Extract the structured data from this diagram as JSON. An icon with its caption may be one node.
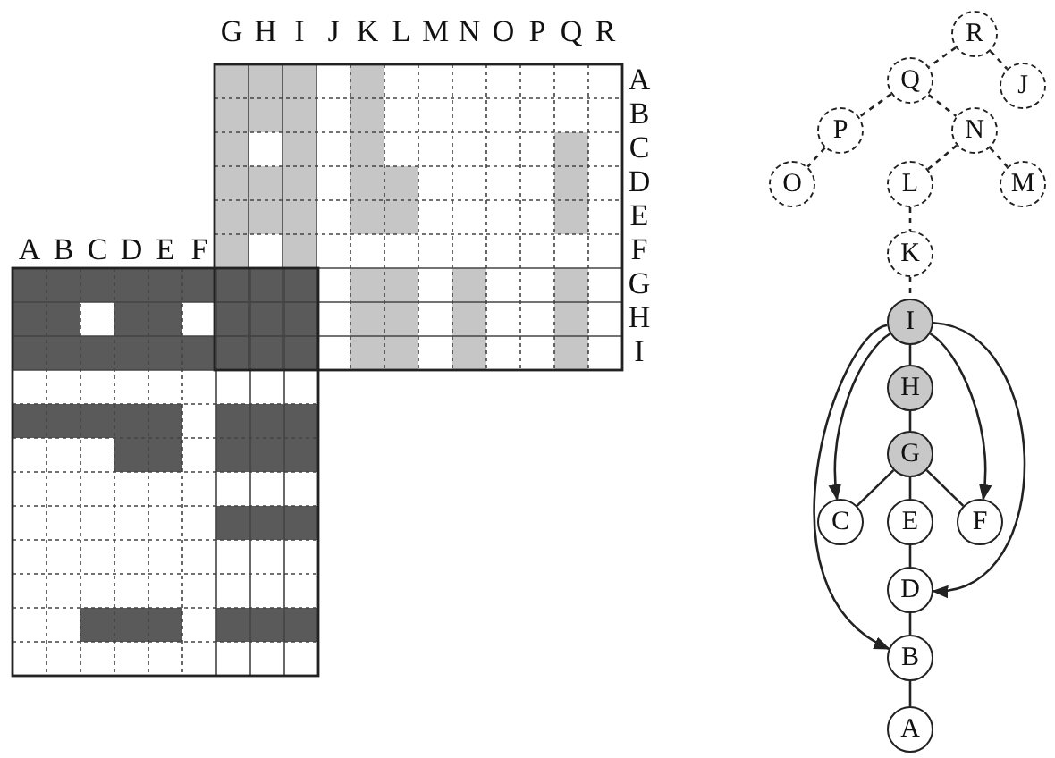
{
  "diagram": {
    "nodes": [
      {
        "text": [
          "R"
        ]
      },
      {
        "text": [
          "Q"
        ]
      },
      {
        "text": [
          "J"
        ]
      },
      {
        "text": [
          "P"
        ]
      },
      {
        "text": [
          "N"
        ]
      },
      {
        "text": [
          "O"
        ]
      },
      {
        "text": [
          "L"
        ]
      },
      {
        "text": [
          "M"
        ]
      },
      {
        "text": [
          "K"
        ]
      },
      {
        "text": [
          "I"
        ]
      },
      {
        "text": [
          "H"
        ]
      },
      {
        "text": [
          "G"
        ]
      },
      {
        "text": [
          "C"
        ]
      },
      {
        "text": [
          "E"
        ]
      },
      {
        "text": [
          "F"
        ]
      },
      {
        "text": [
          "D"
        ]
      },
      {
        "text": [
          "B"
        ]
      },
      {
        "text": [
          "A"
        ]
      }
    ],
    "edges": [
      {
        "from": 0,
        "to": 1,
        "arrow": "none",
        "style": "dashed"
      },
      {
        "from": 0,
        "to": 2,
        "arrow": "none",
        "style": "dashed"
      },
      {
        "from": 1,
        "to": 3,
        "arrow": "none",
        "style": "dashed"
      },
      {
        "from": 1,
        "to": 4,
        "arrow": "none",
        "style": "dashed"
      },
      {
        "from": 3,
        "to": 5,
        "arrow": "none",
        "style": "dashed"
      },
      {
        "from": 4,
        "to": 6,
        "arrow": "none",
        "style": "dashed"
      },
      {
        "from": 4,
        "to": 7,
        "arrow": "none",
        "style": "dashed"
      },
      {
        "from": 6,
        "to": 8,
        "arrow": "none",
        "style": "dashed"
      },
      {
        "from": 8,
        "to": 9,
        "arrow": "none",
        "style": "dashed"
      },
      {
        "from": 9,
        "to": 10,
        "arrow": "none"
      },
      {
        "from": 10,
        "to": 11,
        "arrow": "none"
      },
      {
        "from": 11,
        "to": 12,
        "arrow": "none"
      },
      {
        "from": 11,
        "to": 13,
        "arrow": "none"
      },
      {
        "from": 11,
        "to": 14,
        "arrow": "none"
      },
      {
        "from": 13,
        "to": 15,
        "arrow": "none"
      },
      {
        "from": 15,
        "to": 16,
        "arrow": "none"
      },
      {
        "from": 16,
        "to": 17,
        "arrow": "none"
      },
      {
        "from": 9,
        "to": 12,
        "arrow": "to"
      },
      {
        "from": 9,
        "to": 16,
        "arrow": "to"
      },
      {
        "from": 9,
        "to": 14,
        "arrow": "to"
      },
      {
        "from": 9,
        "to": 15,
        "arrow": "to"
      }
    ],
    "labels": [
      "G",
      "H",
      "I",
      "J",
      "K",
      "L",
      "M",
      "N",
      "O",
      "P",
      "Q",
      "R",
      "A",
      "B",
      "C",
      "D",
      "E",
      "A",
      "B",
      "C",
      "D",
      "E",
      "F",
      "F",
      "G",
      "H",
      "I"
    ]
  }
}
